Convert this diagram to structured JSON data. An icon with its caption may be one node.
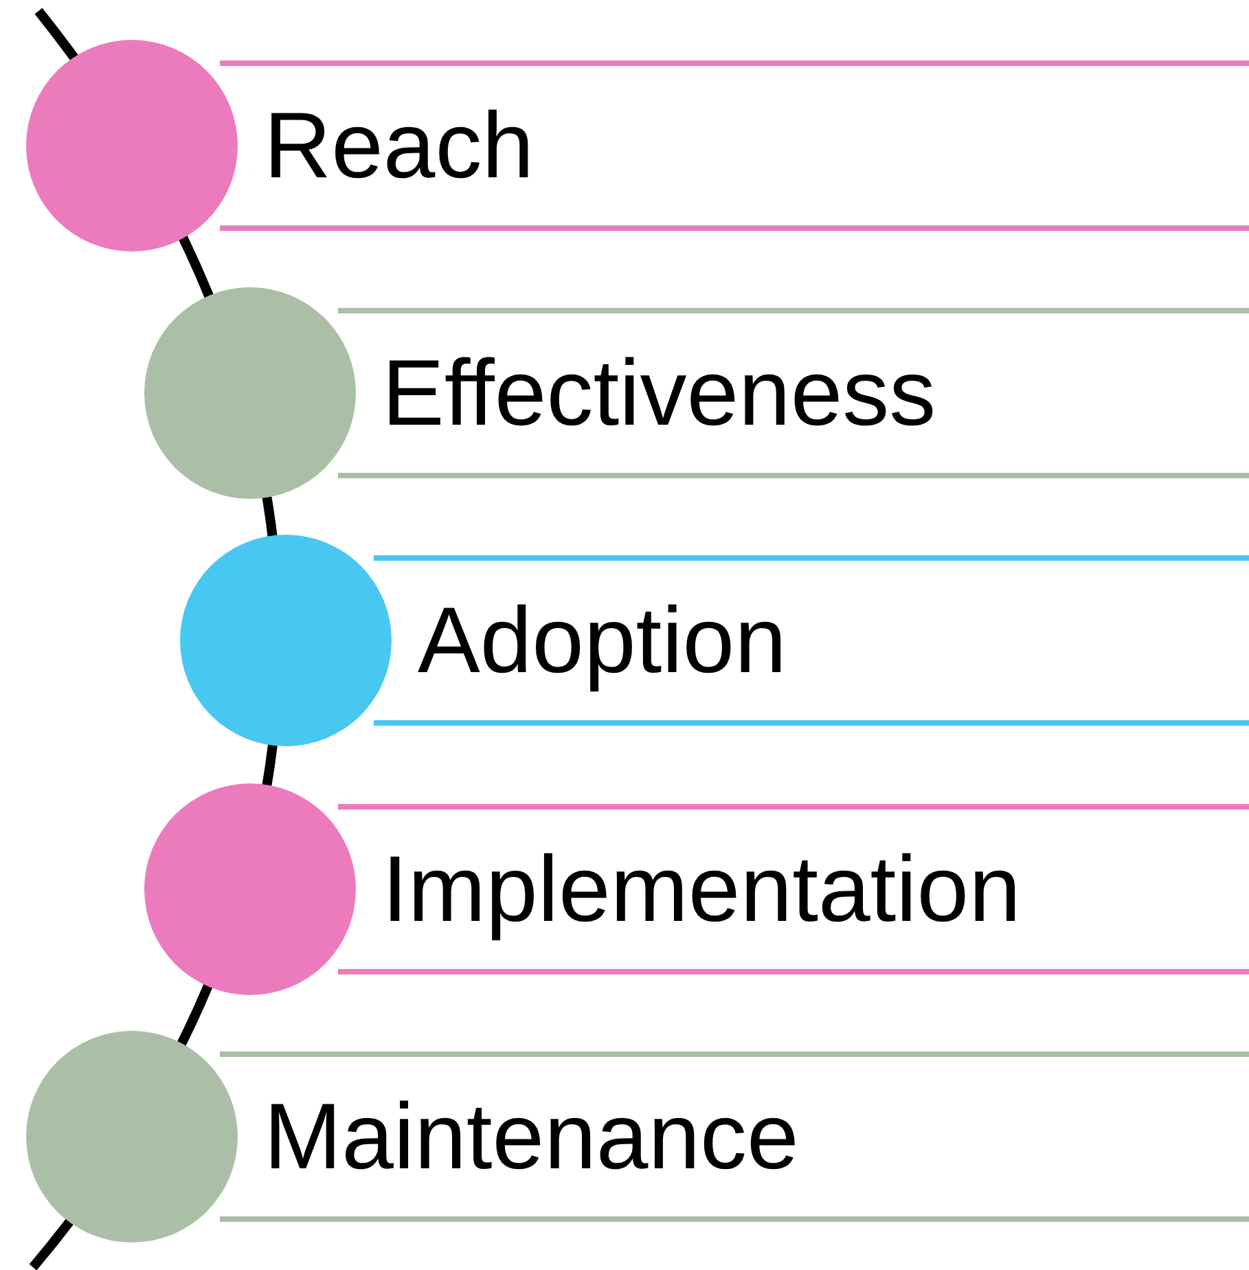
{
  "diagram": {
    "nodes": [
      {
        "text": [
          "Reach"
        ]
      },
      {
        "text": [
          "Effectiveness"
        ]
      },
      {
        "text": [
          "Adoption"
        ]
      },
      {
        "text": [
          "Implementation"
        ]
      },
      {
        "text": [
          "Maintenance"
        ]
      }
    ]
  }
}
